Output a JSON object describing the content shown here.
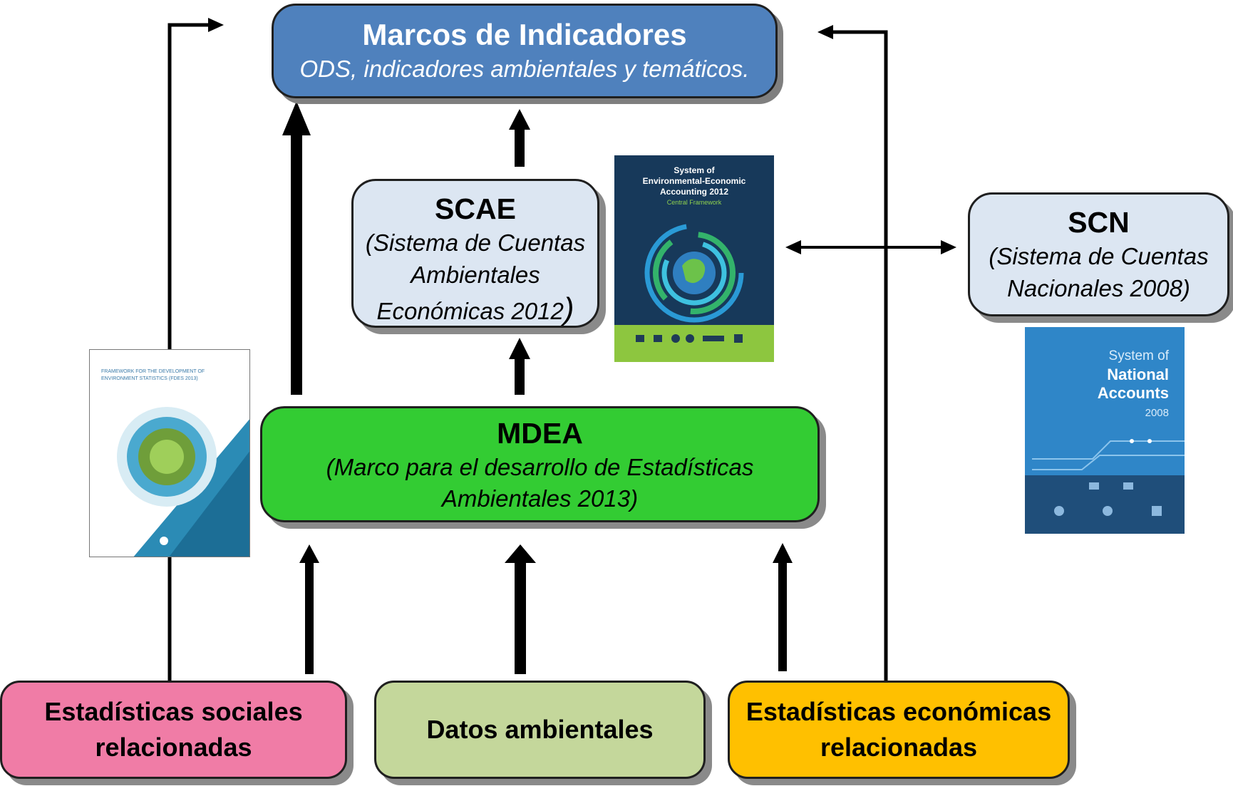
{
  "marcos": {
    "title": "Marcos de Indicadores",
    "subtitle": "ODS, indicadores ambientales y temáticos."
  },
  "scae": {
    "title": "SCAE",
    "line1": "(Sistema de Cuentas",
    "line2": "Ambientales",
    "line3": "Económicas 2012",
    "close": ")"
  },
  "scn": {
    "title": "SCN",
    "line1": "(Sistema de Cuentas",
    "line2": "Nacionales 2008)"
  },
  "mdea": {
    "title": "MDEA",
    "line1": "(Marco para el desarrollo de Estadísticas",
    "line2": "Ambientales 2013)"
  },
  "sociales": {
    "line1": "Estadísticas sociales",
    "line2": "relacionadas"
  },
  "datos": {
    "label": "Datos ambientales"
  },
  "economicas": {
    "line1": "Estadísticas económicas",
    "line2": "relacionadas"
  },
  "covers": {
    "fdes": {
      "heading": "FRAMEWORK FOR THE DEVELOPMENT OF ENVIRONMENT STATISTICS (FDES 2013)"
    },
    "seea": {
      "line1": "System of",
      "line2": "Environmental-Economic",
      "line3": "Accounting 2012",
      "line4": "Central Framework"
    },
    "sna": {
      "line1": "System of",
      "line2": "National",
      "line3": "Accounts",
      "line4": "2008"
    }
  },
  "colors": {
    "marcos": "#4f81bd",
    "light_blue": "#dce6f2",
    "mdea": "#33cc33",
    "sociales": "#f07ca6",
    "datos": "#c4d79b",
    "economicas": "#ffc000",
    "arrows": "#000000"
  }
}
